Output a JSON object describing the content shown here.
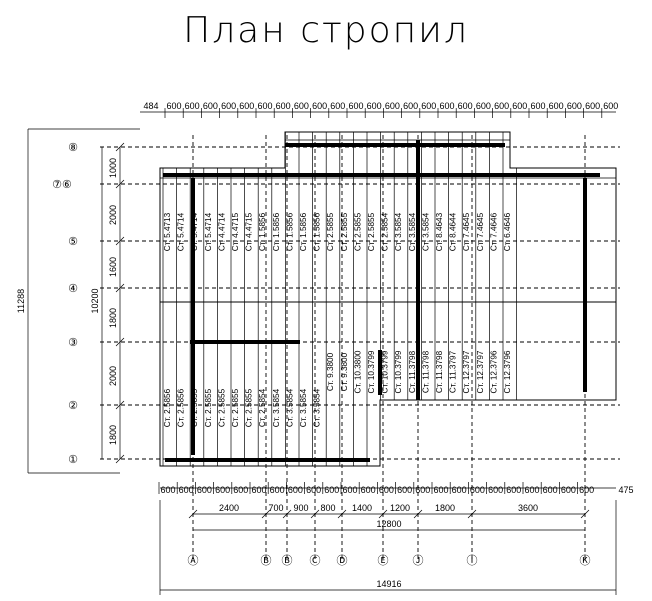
{
  "title": "План стропил",
  "colors": {
    "ink": "#000000",
    "background": "#ffffff"
  },
  "dimensions": {
    "top_first": "484",
    "top_repeat": "600",
    "bottom_repeat": "600",
    "bottom_last": "475",
    "overall_height": "11288",
    "left_total": "10200",
    "left_segments": [
      "1000",
      "2000",
      "1600",
      "1800",
      "2000",
      "1800"
    ],
    "bottom_axes_segments": [
      "2400",
      "700",
      "900",
      "800",
      "1400",
      "1200",
      "1800",
      "3600"
    ],
    "bottom_span": "12800",
    "bottom_overall": "14916"
  },
  "row_axes": [
    "⑧",
    "⑦⑥",
    "⑤",
    "④",
    "③",
    "②",
    "①"
  ],
  "column_axes": [
    "Ⓐ",
    "Ⓑ",
    "Ⓑ",
    "Ⓒ",
    "Ⓓ",
    "Ⓔ",
    "Ⓙ",
    "Ⓘ",
    "Ⓚ"
  ],
  "upper_rafters": [
    "Ст. 5.4713",
    "Ст. 5.4714",
    "Ст. 5.4714",
    "Ст. 5.4714",
    "Ст. 4.4714",
    "Ст. 4.4715",
    "Ст. 4.4715",
    "Ст. 1.5856",
    "Ст. 1.5856",
    "Ст. 1.5856",
    "Ст. 1.5856",
    "Ст. 1.5856",
    "Ст. 2.5855",
    "Ст. 2.5855",
    "Ст. 2.5855",
    "Ст. 2.5855",
    "Ст. 2.5854",
    "Ст. 3.5854",
    "Ст. 3.5854",
    "Ст. 3.5854",
    "Ст. 8.4643",
    "Ст. 8.4644",
    "Ст. 7.4645",
    "Ст. 7.4645",
    "Ст. 7.4646",
    "Ст. 6.4646"
  ],
  "lower_rafters": [
    "Ст. 2.5856",
    "Ст. 2.5856",
    "Ст. 2.5855",
    "Ст. 2.5855",
    "Ст. 2.5855",
    "Ст. 2.5855",
    "Ст. 2.5855",
    "Ст. 2.5854",
    "Ст. 3.5854",
    "Ст. 3.5854",
    "Ст. 3.5854",
    "Ст. 3.5854",
    "Ст. 9.3800",
    "Ст. 9.3800",
    "Ст. 10.3800",
    "Ст. 10.3799",
    "Ст. 10.3799",
    "Ст. 10.3799",
    "Ст. 11.3798",
    "Ст. 11.3798",
    "Ст. 11.3798",
    "Ст. 11.3797",
    "Ст. 12.3797",
    "Ст. 12.3797",
    "Ст. 12.3796",
    "Ст. 12.3796"
  ]
}
